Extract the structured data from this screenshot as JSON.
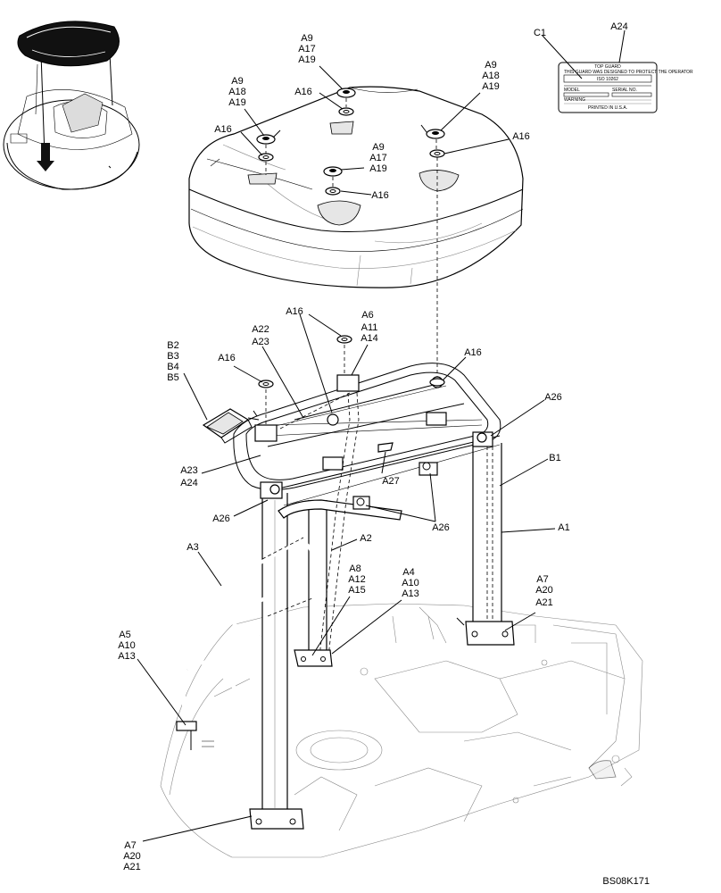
{
  "drawing_id": "BS08K171",
  "decal": {
    "title": "TOP GUARD",
    "line1": "THIS GUARD WAS DESIGNED TO PROTECT THE OPERATOR",
    "line2": "ISO 10262",
    "field1": "MODEL",
    "field2": "SERIAL NO.",
    "warning": "WARNING",
    "footer": "PRINTED IN U.S.A."
  },
  "callouts": {
    "a24": "A24",
    "c1": "C1",
    "t_a9": "A9",
    "t_a17": "A17",
    "t_a19": "A19",
    "t_a16": "A16",
    "l_a9": "A9",
    "l_a18": "A18",
    "l_a19": "A19",
    "l_a16": "A16",
    "r_a9": "A9",
    "r_a18": "A18",
    "r_a19": "A19",
    "r_a16": "A16",
    "c_a9": "A9",
    "c_a17": "A17",
    "c_a19": "A19",
    "c_a16": "A16",
    "m_a16": "A16",
    "a6": "A6",
    "a11": "A11",
    "a14": "A14",
    "a22": "A22",
    "a23": "A23",
    "b2": "B2",
    "b3": "B3",
    "b4": "B4",
    "b5": "B5",
    "ml_a16": "A16",
    "mr_a16": "A16",
    "r_a26": "A26",
    "b1": "B1",
    "a23b": "A23",
    "a24b": "A24",
    "a27": "A27",
    "l_a26": "A26",
    "b_a26": "A26",
    "a1": "A1",
    "a3": "A3",
    "a2": "A2",
    "a8": "A8",
    "a12": "A12",
    "a15": "A15",
    "a4": "A4",
    "a10": "A10",
    "a13": "A13",
    "r_a7": "A7",
    "r_a20": "A20",
    "r_a21": "A21",
    "a5": "A5",
    "a10b": "A10",
    "a13b": "A13",
    "b_a7": "A7",
    "b_a20": "A20",
    "b_a21": "A21"
  }
}
